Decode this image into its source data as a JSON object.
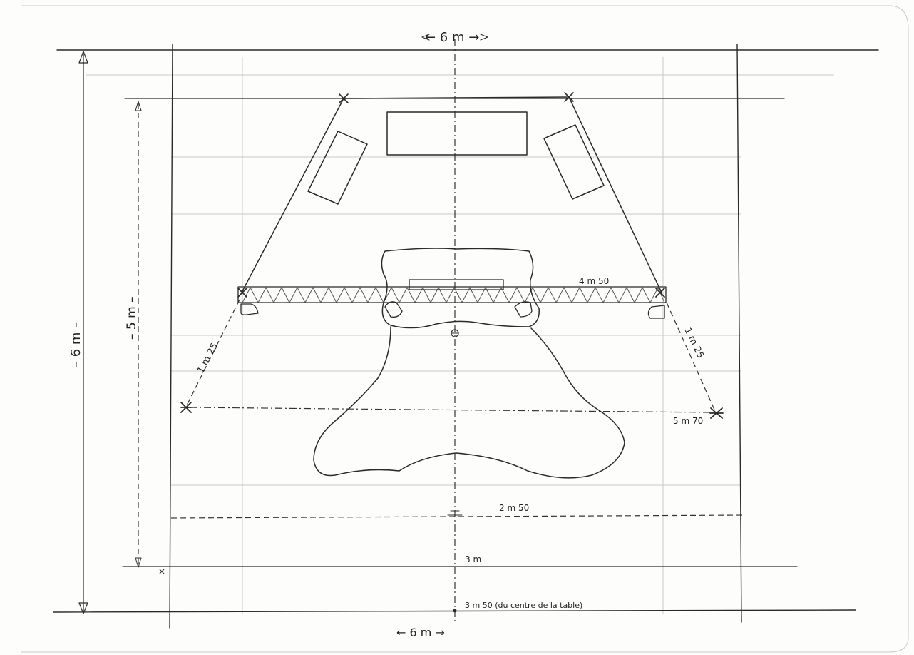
{
  "labels": {
    "top_width": "← 6 m →",
    "bottom_width": "← 6 m →",
    "left_height": "– 6 m –",
    "inner_height": "– 5 m –",
    "truss_length": "4 m 50",
    "left_diag": "1 m 25",
    "right_diag": "1 m 25",
    "right_point": "5 m 70",
    "mark_2m50": "2 m 50",
    "mark_3m": "3 m",
    "mark_3m50": "3 m 50 (du centre de la table)"
  },
  "colors": {
    "ink": "#2a2a2a",
    "paper": "#fdfdfc",
    "guide": "#c9c9c9"
  }
}
